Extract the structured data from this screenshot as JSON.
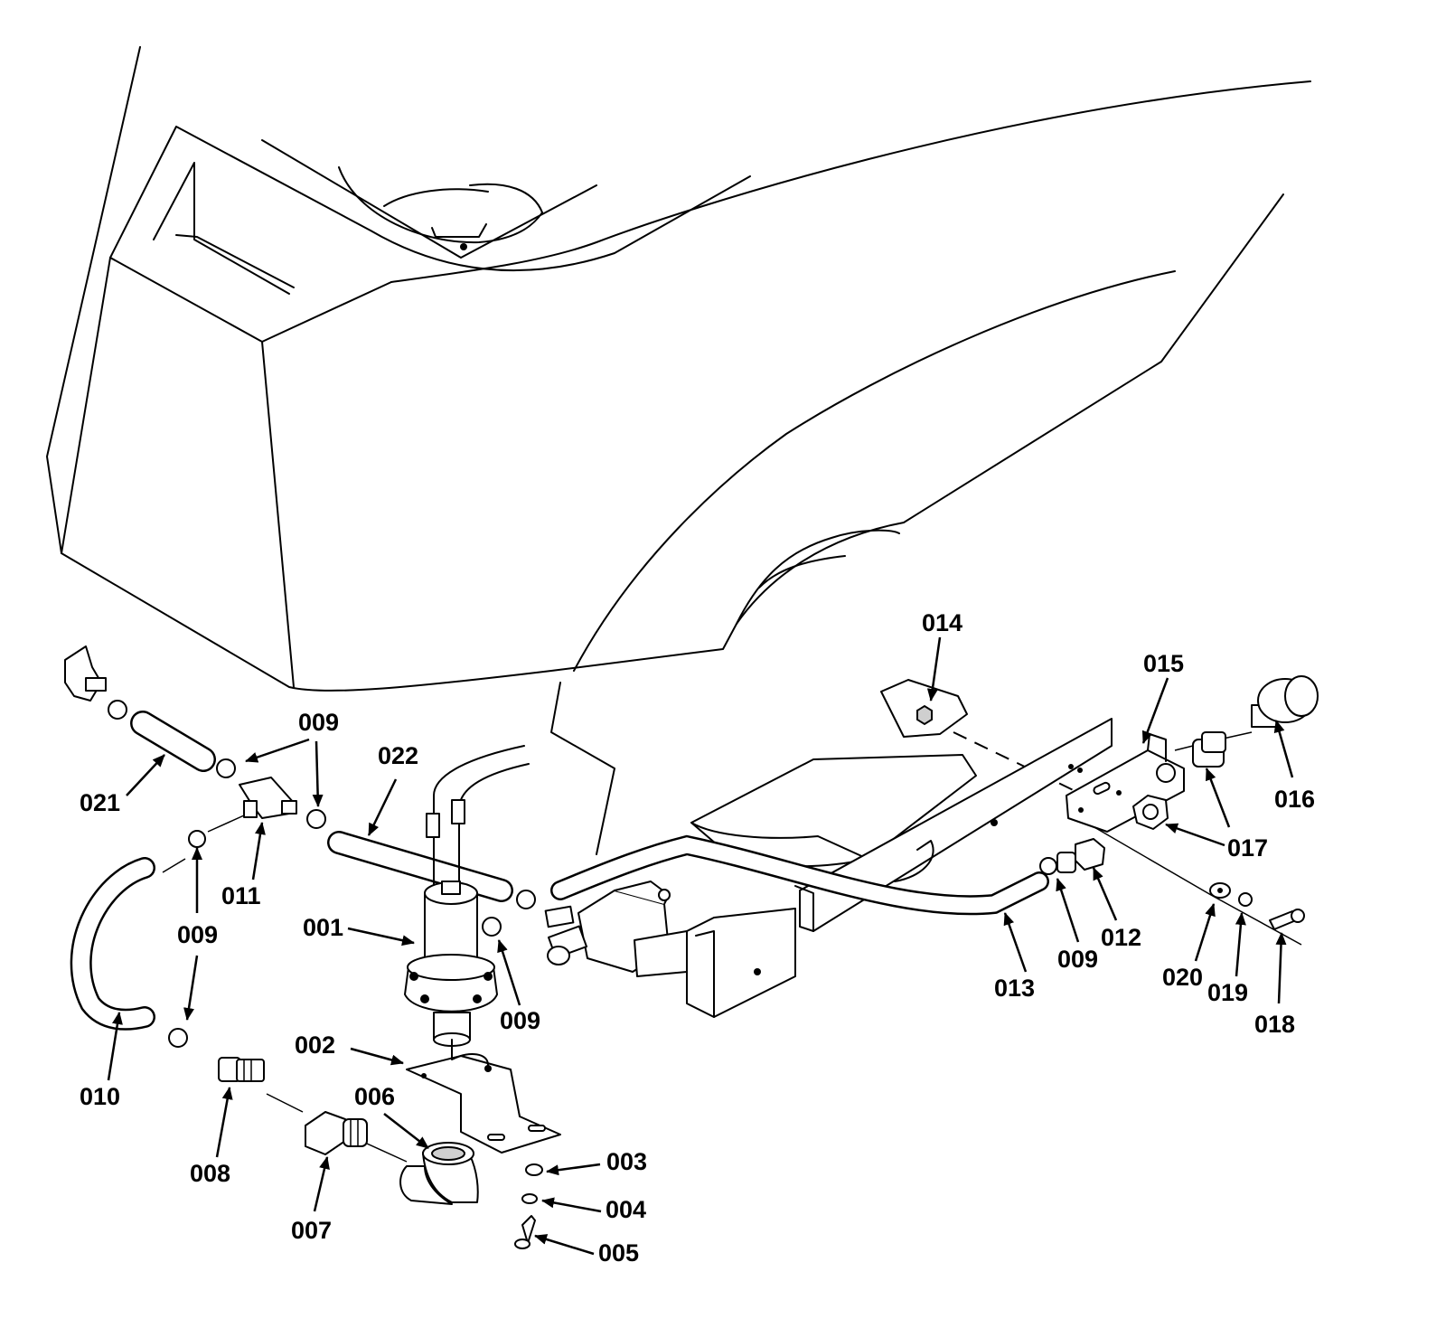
{
  "labels": {
    "l001": "001",
    "l002": "002",
    "l003": "003",
    "l004": "004",
    "l005": "005",
    "l006": "006",
    "l007": "007",
    "l008": "008",
    "l009a": "009",
    "l009b": "009",
    "l009c": "009",
    "l009d": "009",
    "l010": "010",
    "l011": "011",
    "l012": "012",
    "l013": "013",
    "l014": "014",
    "l015": "015",
    "l016": "016",
    "l017": "017",
    "l018": "018",
    "l019": "019",
    "l020": "020",
    "l021": "021",
    "l022": "022"
  }
}
